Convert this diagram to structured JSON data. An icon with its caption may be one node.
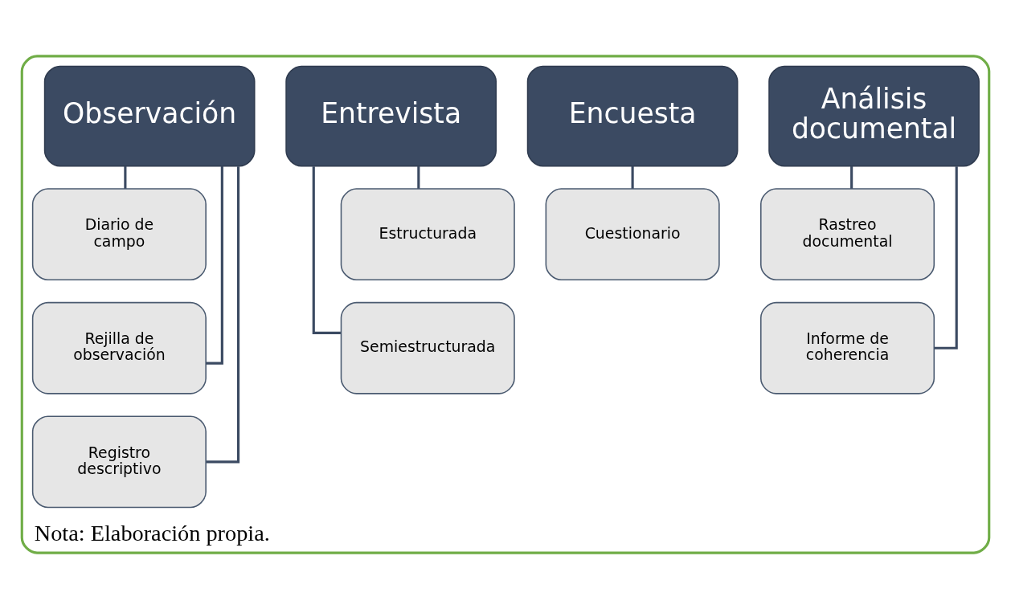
{
  "diagram": {
    "nodes": [
      {
        "text": [
          "Nota: Elaboración propia."
        ]
      },
      {
        "text": [
          "Observación"
        ],
        "in": 0
      },
      {
        "text": [
          "Diario de campo"
        ],
        "in": 0
      },
      {
        "text": [
          "Rejilla de observación"
        ],
        "in": 0
      },
      {
        "text": [
          "Registro descriptivo"
        ],
        "in": 0
      },
      {
        "text": [
          "Entrevista"
        ],
        "in": 0
      },
      {
        "text": [
          "Estructurada"
        ],
        "in": 0
      },
      {
        "text": [
          "Semiestructurada"
        ],
        "in": 0
      },
      {
        "text": [
          "Encuesta"
        ],
        "in": 0
      },
      {
        "text": [
          "Cuestionario"
        ],
        "in": 0
      },
      {
        "text": [
          "Análisis documental"
        ],
        "in": 0
      },
      {
        "text": [
          "Rastreo documental"
        ],
        "in": 0
      },
      {
        "text": [
          "Informe de coherencia"
        ],
        "in": 0
      }
    ],
    "edges": [
      {
        "from": 1,
        "to": 2,
        "arrow": "none"
      },
      {
        "from": 1,
        "to": 3,
        "arrow": "none"
      },
      {
        "from": 1,
        "to": 4,
        "arrow": "none"
      },
      {
        "from": 5,
        "to": 6,
        "arrow": "none"
      },
      {
        "from": 5,
        "to": 7,
        "arrow": "none"
      },
      {
        "from": 8,
        "to": 9,
        "arrow": "none"
      },
      {
        "from": 10,
        "to": 11,
        "arrow": "none"
      },
      {
        "from": 10,
        "to": 12,
        "arrow": "none"
      }
    ]
  }
}
